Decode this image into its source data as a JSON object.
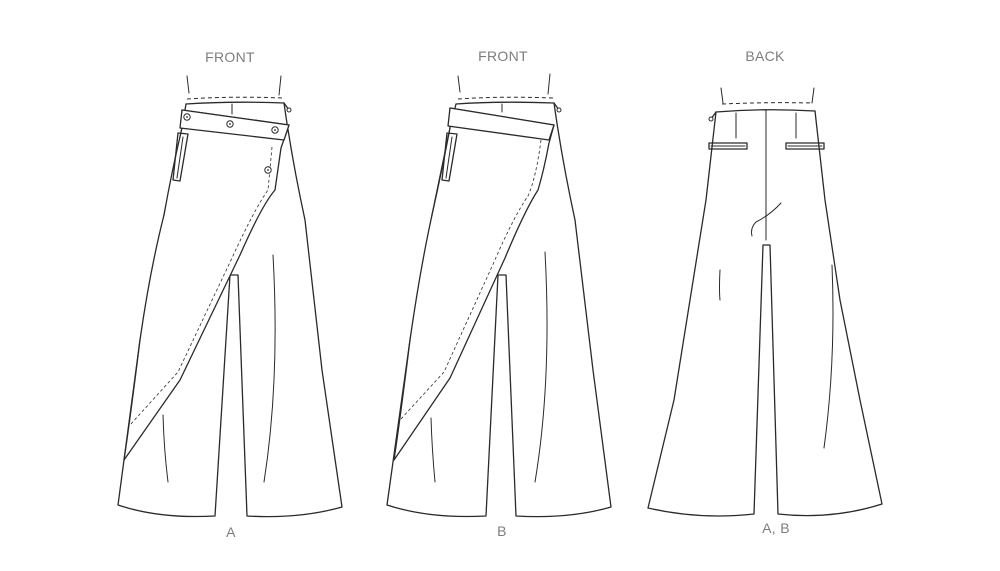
{
  "views": [
    {
      "heading": "FRONT",
      "caption": "A"
    },
    {
      "heading": "FRONT",
      "caption": "B"
    },
    {
      "heading": "BACK",
      "caption": "A, B"
    }
  ]
}
